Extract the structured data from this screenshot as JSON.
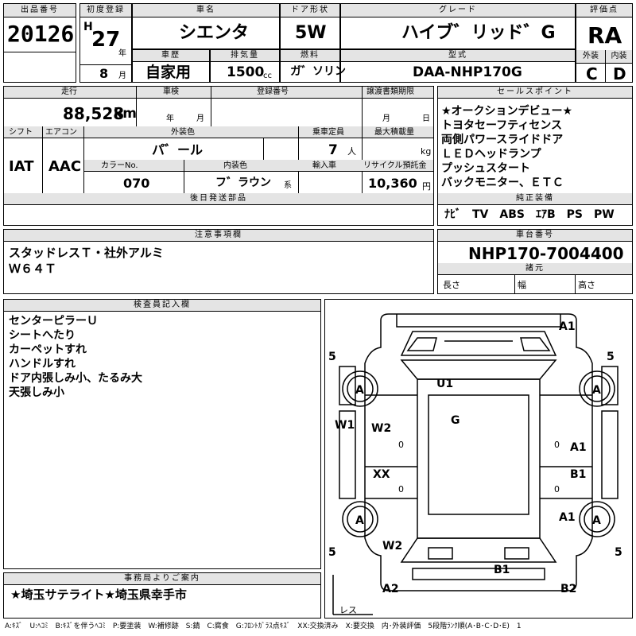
{
  "header": {
    "lot_no_label": "出品番号",
    "lot_no": "20126",
    "first_reg_label": "初度登録",
    "era": "H",
    "year": "27",
    "year_unit": "年",
    "month": "8",
    "month_unit": "月",
    "car_name_label": "車名",
    "car_name": "シエンタ",
    "door_label": "ドア形状",
    "door": "5W",
    "grade_label": "グレード",
    "grade": "ハイブ゛リッド゛G",
    "score_label": "評価点",
    "score": "RA",
    "history_label": "車歴",
    "history": "自家用",
    "displacement_label": "排気量",
    "displacement": "1500",
    "displacement_unit": "cc",
    "fuel_label": "燃料",
    "fuel": "ガ゛ソリン",
    "model_label": "型式",
    "model": "DAA-NHP170G",
    "exterior_label": "外装",
    "exterior_grade": "C",
    "interior_label": "内装",
    "interior_grade": "D"
  },
  "info": {
    "mileage_label": "走行",
    "mileage": "88,528",
    "mileage_unit": "km",
    "inspection_label": "車検",
    "insp_year_unit": "年",
    "insp_month_unit": "月",
    "reg_no_label": "登録番号",
    "transfer_label": "譲渡書類期限",
    "transfer_month_unit": "月",
    "transfer_day_unit": "日",
    "shift_label": "シフト",
    "shift": "IAT",
    "ac_label": "エアコン",
    "ac": "AAC",
    "ext_color_label": "外装色",
    "ext_color": "パ゛ール",
    "capacity_label": "乗車定員",
    "capacity": "7",
    "capacity_unit": "人",
    "max_load_label": "最大積載量",
    "max_load_unit": "kg",
    "color_no_label": "カラーNo.",
    "color_no": "070",
    "int_color_label": "内装色",
    "int_color": "フ゛ラウン",
    "int_color_unit": "系",
    "import_label": "輸入車",
    "recycle_label": "リサイクル預託金",
    "recycle": "10,360",
    "recycle_unit": "円",
    "later_parts_label": "後日発送部品"
  },
  "sales": {
    "title": "セールスポイント",
    "points": [
      "★オークションデビュー★",
      "トヨタセーフティセンス",
      "両側パワースライドドア",
      "ＬＥＤヘッドランプ",
      "プッシュスタート",
      "バックモニター、ＥＴＣ"
    ],
    "equip_label": "純正装備",
    "equipment": "ﾅﾋﾞ　TV　ABS　ｴｱB　PS　PW"
  },
  "notes": {
    "title": "注意事項欄",
    "lines": [
      "スタッドレスＴ・社外アルミ",
      "Ｗ６４Ｔ"
    ]
  },
  "chassis": {
    "title": "車台番号",
    "number": "NHP170-7004400",
    "dims_label": "諸元",
    "length_label": "長さ",
    "width_label": "幅",
    "height_label": "高さ"
  },
  "inspector": {
    "title": "検査員記入欄",
    "lines": [
      "センターピラーＵ",
      "シートへたり",
      "カーペットすれ",
      "ハンドルすれ",
      "ドア内張しみ小、たるみ大",
      "天張しみ小"
    ]
  },
  "office": {
    "title": "事務局よりご案内",
    "text": "★埼玉サテライト★埼玉県幸手市"
  },
  "diagram": {
    "tread_labels": [
      "5",
      "5",
      "5",
      "5"
    ],
    "wheel_labels": [
      "A",
      "A",
      "A",
      "A"
    ],
    "marks": [
      "A1",
      "U1",
      "G",
      "W1",
      "W2",
      "A1",
      "XX",
      "B1",
      "A1",
      "W2",
      "B1",
      "A2",
      "B2"
    ],
    "small_zero": "0",
    "spare_label": "レス"
  },
  "footer": {
    "legend": "A:ｷｽﾞ　U:ﾍｺﾐ　B:ｷｽﾞを伴うﾍｺﾐ　P:要塗装　W:補修跡　S:錆　C:腐食　G:ﾌﾛﾝﾄｶﾞﾗｽ点ｷｽﾞ　XX:交換済み　X:要交換　内･外装評価　5段階ﾗﾝｸ順(A･B･C･D･E)　1"
  }
}
